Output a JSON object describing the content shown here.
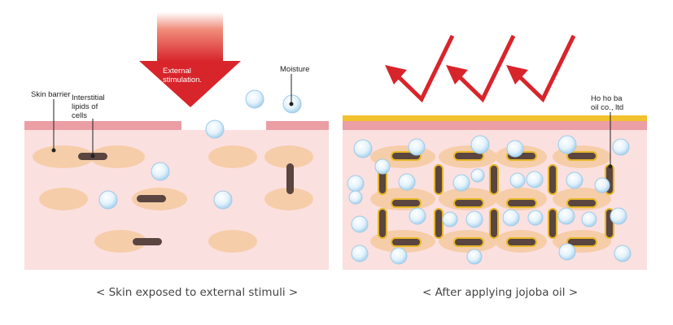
{
  "left_panel": {
    "arrow_label": "External\nstimulation.",
    "label_barrier": "Skin barrier",
    "label_lipids": "Interstitial\nlipids of\ncells",
    "label_moisture": "Moisture",
    "caption": "< Skin exposed to external stimuli >"
  },
  "right_panel": {
    "label_oil": "Ho ho ba\noil co., ltd",
    "caption": "< After applying jojoba oil >"
  },
  "colors": {
    "skin_base": "#fbe0e0",
    "barrier_strip": "#eb9ea4",
    "cell": "#f6cda9",
    "lipid": "#5a4540",
    "oil_layer": "#f2c12e",
    "arrow_red": "#d8242b",
    "bubble": "#cde7f7"
  }
}
